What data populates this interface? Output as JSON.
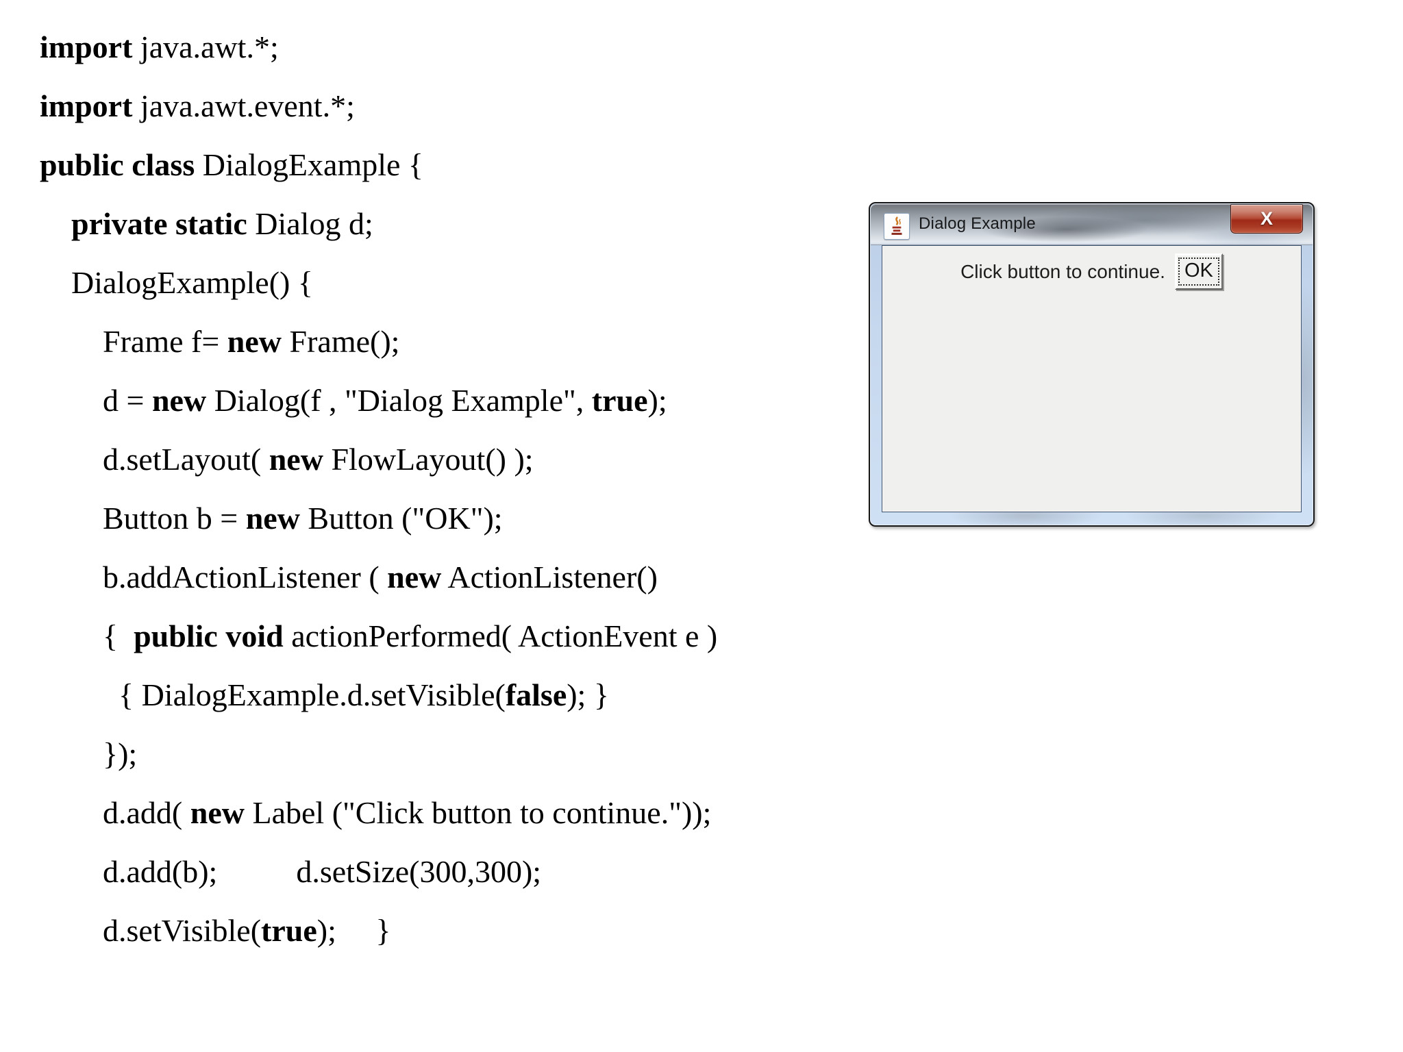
{
  "code": {
    "lines": [
      [
        {
          "t": "import",
          "b": 1
        },
        {
          "t": " java.awt.*;",
          "b": 0
        }
      ],
      [
        {
          "t": "import",
          "b": 1
        },
        {
          "t": " java.awt.event.*;",
          "b": 0
        }
      ],
      [
        {
          "t": "public class",
          "b": 1
        },
        {
          "t": " DialogExample {",
          "b": 0
        }
      ],
      [
        {
          "t": "    ",
          "b": 0
        },
        {
          "t": "private static",
          "b": 1
        },
        {
          "t": " Dialog d;",
          "b": 0
        }
      ],
      [
        {
          "t": "    DialogExample() {",
          "b": 0
        }
      ],
      [
        {
          "t": "        Frame f= ",
          "b": 0
        },
        {
          "t": "new",
          "b": 1
        },
        {
          "t": " Frame();",
          "b": 0
        }
      ],
      [
        {
          "t": "        d = ",
          "b": 0
        },
        {
          "t": "new",
          "b": 1
        },
        {
          "t": " Dialog(f , \"Dialog Example\", ",
          "b": 0
        },
        {
          "t": "true",
          "b": 1
        },
        {
          "t": ");",
          "b": 0
        }
      ],
      [
        {
          "t": "        d.setLayout( ",
          "b": 0
        },
        {
          "t": "new",
          "b": 1
        },
        {
          "t": " FlowLayout() );",
          "b": 0
        }
      ],
      [
        {
          "t": "        Button b = ",
          "b": 0
        },
        {
          "t": "new",
          "b": 1
        },
        {
          "t": " Button (\"OK\");",
          "b": 0
        }
      ],
      [
        {
          "t": "        b.addActionListener ( ",
          "b": 0
        },
        {
          "t": "new",
          "b": 1
        },
        {
          "t": " ActionListener()",
          "b": 0
        }
      ],
      [
        {
          "t": "        {  ",
          "b": 0
        },
        {
          "t": "public void",
          "b": 1
        },
        {
          "t": " actionPerformed( ActionEvent e )",
          "b": 0
        }
      ],
      [
        {
          "t": "          { DialogExample.d.setVisible(",
          "b": 0
        },
        {
          "t": "false",
          "b": 1
        },
        {
          "t": "); }",
          "b": 0
        }
      ],
      [
        {
          "t": "        });",
          "b": 0
        }
      ],
      [
        {
          "t": "        d.add( ",
          "b": 0
        },
        {
          "t": "new",
          "b": 1
        },
        {
          "t": " Label (\"Click button to continue.\"));",
          "b": 0
        }
      ],
      [
        {
          "t": "        d.add(b);          d.setSize(300,300);",
          "b": 0
        }
      ],
      [
        {
          "t": "        d.setVisible(",
          "b": 0
        },
        {
          "t": "true",
          "b": 1
        },
        {
          "t": ");     }",
          "b": 0
        }
      ]
    ]
  },
  "dialog": {
    "title": "Dialog Example",
    "close_glyph": "X",
    "label": "Click button to continue.",
    "ok_label": "OK",
    "icon_name": "java-coffee-cup-icon",
    "colors": {
      "close-red": "#9e2a17",
      "close-hi": "#d99f8f",
      "panel-bg": "#f0f0ee",
      "frame-blue": "#c6d8ee",
      "title-text": "#17181a"
    }
  }
}
